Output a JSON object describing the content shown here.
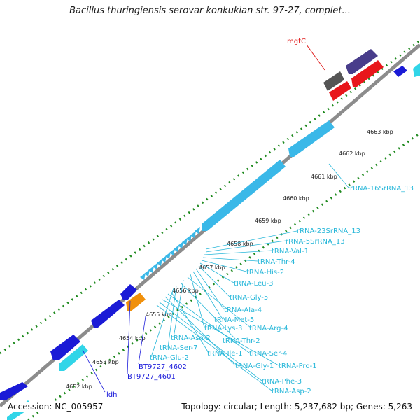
{
  "title": "Bacillus thuringiensis serovar konkukian str. 97-27, complet...",
  "footer": {
    "accession": "Accession: NC_005957",
    "summary": "Topology: circular; Length: 5,237,682 bp; Genes: 5,263"
  },
  "kbp_ticks": [
    "4652 kbp",
    "4653 kbp",
    "4654 kbp",
    "4655 kbp",
    "4656 kbp",
    "4657 kbp",
    "4658 kbp",
    "4659 kbp",
    "4660 kbp",
    "4661 kbp",
    "4662 kbp",
    "4663 kbp"
  ],
  "gene_labels": {
    "mgtC": "mgtC",
    "ldh": "ldh",
    "bt4601": "BT9727_4601",
    "bt4602": "BT9727_4602"
  },
  "trna_labels": [
    "rRNA-16SrRNA_13",
    "rRNA-23SrRNA_13",
    "rRNA-5SrRNA_13",
    "tRNA-Val-1",
    "tRNA-Thr-4",
    "tRNA-His-2",
    "tRNA-Leu-3",
    "tRNA-Gly-5",
    "tRNA-Ala-4",
    "tRNA-Met-5",
    "tRNA-Lys-3",
    "tRNA-Arg-4",
    "tRNA-Asn-2",
    "tRNA-Thr-2",
    "tRNA-Ser-7",
    "tRNA-Glu-2",
    "tRNA-Ile-1",
    "tRNA-Ser-4",
    "tRNA-Gly-1",
    "tRNA-Pro-1",
    "tRNA-Phe-3",
    "tRNA-Asp-2"
  ],
  "colors": {
    "blue_gene": "#1a1ad6",
    "cyan_gene": "#31d5e8",
    "light_blue_rrna": "#3ab8e8",
    "red_gene": "#e8161b",
    "dark_gray_gene": "#555555",
    "slate_gene": "#483d8b",
    "orange_gene": "#f0900c",
    "trna_label": "#27b7d9",
    "tick_green": "#1f8a1f",
    "backbone": "#8c8c8c"
  }
}
